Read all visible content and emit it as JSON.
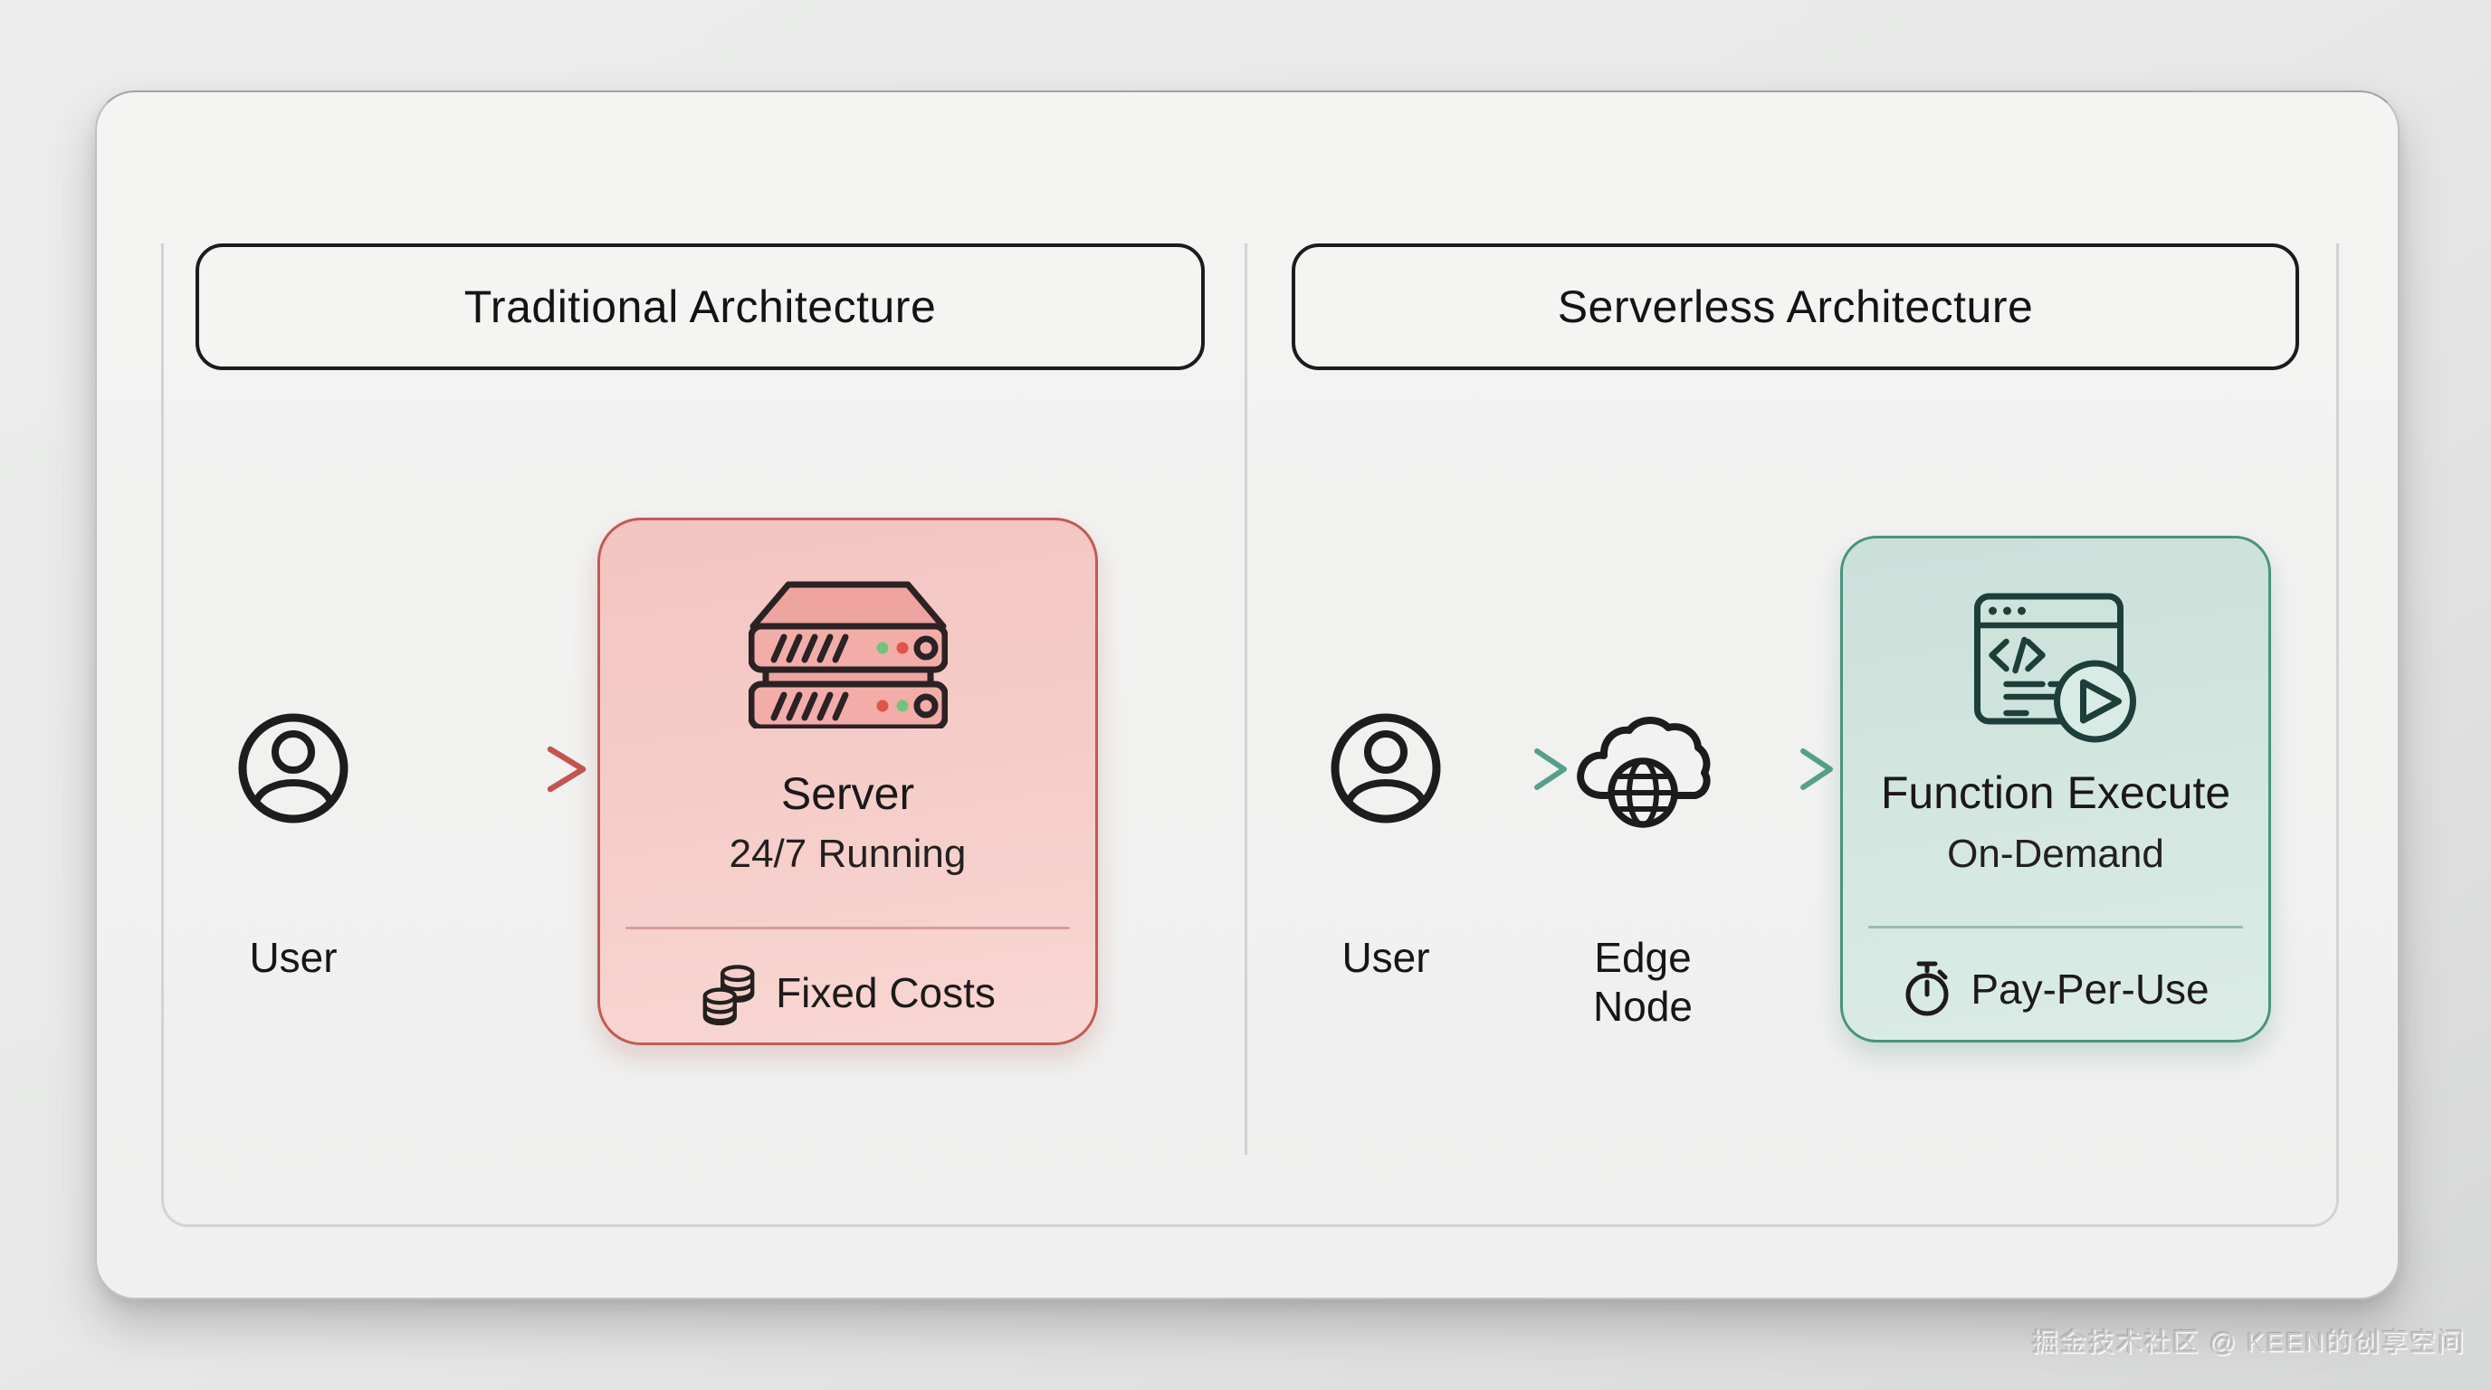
{
  "watermark": "掘金技术社区 @ KEEN的创享空间",
  "colors": {
    "accent_red": "#c2564f",
    "accent_teal": "#4f9a88",
    "card_pink_bg": "#f5ccc8",
    "card_pink_border": "#c25a53",
    "card_teal_bg": "#d3e6e0",
    "card_teal_border": "#47947f",
    "ink": "#1b1b1b",
    "panel_line": "#d2d3d2"
  },
  "icons": {
    "user": "user-in-circle-icon",
    "server": "server-rack-icon",
    "coins": "coin-stack-icon",
    "edge_node": "cloud-globe-icon",
    "function": "code-window-play-icon",
    "stopwatch": "stopwatch-icon",
    "arrow_red": "arrow-right-red",
    "arrow_teal": "arrow-right-teal"
  },
  "traditional": {
    "title": "Traditional Architecture",
    "user_label": "User",
    "server_card": {
      "title": "Server",
      "subtitle": "24/7 Running",
      "cost_label": "Fixed Costs"
    }
  },
  "serverless": {
    "title": "Serverless Architecture",
    "user_label": "User",
    "edge_label": "Edge Node",
    "function_card": {
      "title": "Function Execute",
      "subtitle": "On-Demand",
      "cost_label": "Pay-Per-Use"
    }
  }
}
